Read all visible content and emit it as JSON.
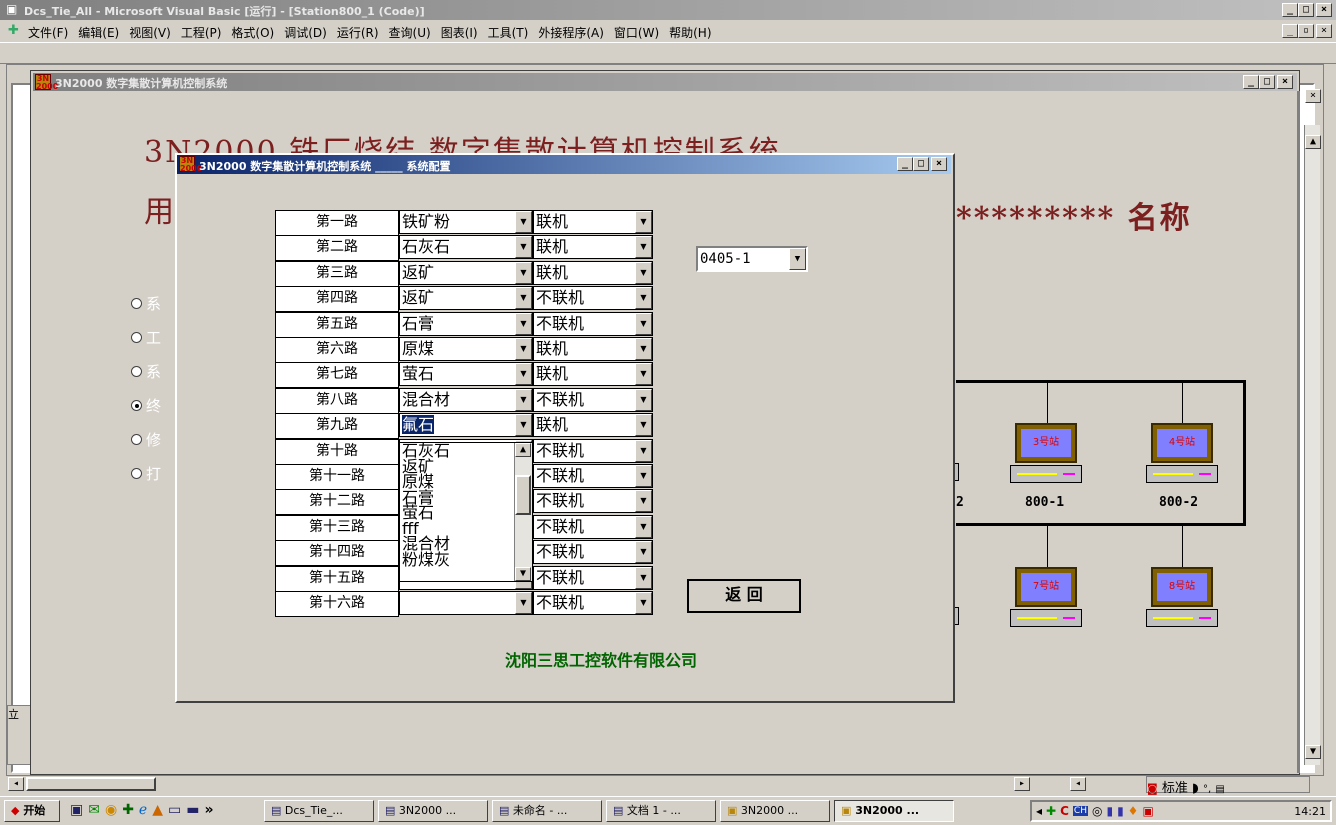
{
  "vb": {
    "title": "Dcs_Tie_All - Microsoft Visual Basic [运行] - [Station800_1 (Code)]",
    "menu": [
      "文件(F)",
      "编辑(E)",
      "视图(V)",
      "工程(P)",
      "格式(O)",
      "调试(D)",
      "运行(R)",
      "查询(U)",
      "图表(I)",
      "工具(T)",
      "外接程序(A)",
      "窗口(W)",
      "帮助(H)"
    ],
    "left_panel_label": "立"
  },
  "main_form": {
    "title": "3N2000 数字集散计算机控制系统",
    "heading": "3N2000 铁厂烧结 数字集散计算机控制系统",
    "user_line_left": "用",
    "user_line_right": "********* 名称",
    "radio_items": [
      {
        "label": "系",
        "checked": false
      },
      {
        "label": "工",
        "checked": false
      },
      {
        "label": "系",
        "checked": false
      },
      {
        "label": "终",
        "checked": true
      },
      {
        "label": "修",
        "checked": false
      },
      {
        "label": "打",
        "checked": false
      }
    ],
    "stations_top": [
      {
        "screen": "3号站",
        "name": "800-1"
      },
      {
        "screen": "4号站",
        "name": "800-2"
      }
    ],
    "partial_station_name": "2",
    "stations_bottom": [
      {
        "screen": "7号站"
      },
      {
        "screen": "8号站"
      }
    ]
  },
  "config": {
    "title": "3N2000 数字集散计算机控制系统 _____ 系统配置",
    "rows": [
      {
        "route": "第一路",
        "material": "铁矿粉",
        "status": "联机"
      },
      {
        "route": "第二路",
        "material": "石灰石",
        "status": "联机"
      },
      {
        "route": "第三路",
        "material": "返矿",
        "status": "联机"
      },
      {
        "route": "第四路",
        "material": "返矿",
        "status": "不联机"
      },
      {
        "route": "第五路",
        "material": "石膏",
        "status": "不联机"
      },
      {
        "route": "第六路",
        "material": "原煤",
        "status": "联机"
      },
      {
        "route": "第七路",
        "material": "萤石",
        "status": "联机"
      },
      {
        "route": "第八路",
        "material": "混合材",
        "status": "不联机"
      },
      {
        "route": "第九路",
        "material": "氟石",
        "status": "联机"
      },
      {
        "route": "第十路",
        "material": "",
        "status": "不联机"
      },
      {
        "route": "第十一路",
        "material": "",
        "status": "不联机"
      },
      {
        "route": "第十二路",
        "material": "",
        "status": "不联机"
      },
      {
        "route": "第十三路",
        "material": "",
        "status": "不联机"
      },
      {
        "route": "第十四路",
        "material": "",
        "status": "不联机"
      },
      {
        "route": "第十五路",
        "material": "",
        "status": "不联机"
      },
      {
        "route": "第十六路",
        "material": "",
        "status": "不联机"
      }
    ],
    "dropdown_options": [
      "石灰石",
      "返矿",
      "原煤",
      "石膏",
      "萤石",
      "fff",
      "混合材",
      "粉煤灰"
    ],
    "station_select": "0405-1",
    "back_button": "返 回",
    "company": "沈阳三思工控软件有限公司"
  },
  "status_right": "标准",
  "taskbar": {
    "start": "开始",
    "more": "»",
    "buttons": [
      "Dcs_Tie_...",
      "3N2000 ...",
      "未命名 - ...",
      "文档 1 - ...",
      "3N2000 ...",
      "3N2000 ..."
    ],
    "active_index": 5,
    "tray_lang": "CH",
    "time": "14:21"
  },
  "colors": {
    "title_active": "#0a246a",
    "heading_red": "#7b1f1f",
    "company_green": "#006400"
  }
}
